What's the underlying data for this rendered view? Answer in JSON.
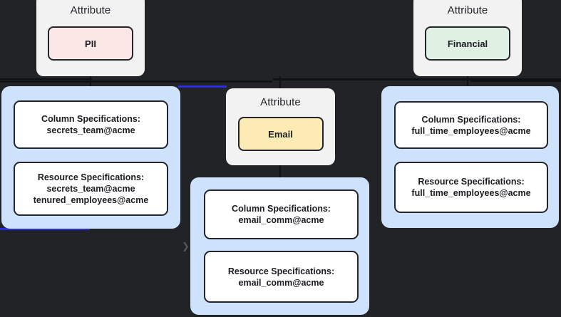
{
  "theme": {
    "background": "#222327",
    "panel_bg": "#f2f2f3",
    "group_bg": "#cfe2fb",
    "box_bg": "#ffffff",
    "border": "#24252b",
    "accent_blue": "#2b2bdf",
    "chip_pii_bg": "#fbe7e5",
    "chip_email_bg": "#fcebb4",
    "chip_financial_bg": "#e0f1e3"
  },
  "icons": {
    "chevron_right": "❯"
  },
  "attributes": [
    {
      "id": "pii",
      "title": "Attribute",
      "chip_label": "PII"
    },
    {
      "id": "email",
      "title": "Attribute",
      "chip_label": "Email"
    },
    {
      "id": "financial",
      "title": "Attribute",
      "chip_label": "Financial"
    }
  ],
  "groups": [
    {
      "id": "pii-specs",
      "boxes": [
        {
          "id": "pii-column-specs",
          "heading": "Column Specifications:",
          "values": [
            "secrets_team@acme"
          ]
        },
        {
          "id": "pii-resource-specs",
          "heading": "Resource Specifications:",
          "values": [
            "secrets_team@acme",
            "tenured_employees@acme"
          ]
        }
      ]
    },
    {
      "id": "email-specs",
      "boxes": [
        {
          "id": "email-column-specs",
          "heading": "Column Specifications:",
          "values": [
            "email_comm@acme"
          ]
        },
        {
          "id": "email-resource-specs",
          "heading": "Resource Specifications:",
          "values": [
            "email_comm@acme"
          ]
        }
      ]
    },
    {
      "id": "financial-specs",
      "boxes": [
        {
          "id": "financial-column-specs",
          "heading": "Column Specifications:",
          "values": [
            "full_time_employees@acme"
          ]
        },
        {
          "id": "financial-resource-specs",
          "heading": "Resource Specifications:",
          "values": [
            "full_time_employees@acme"
          ]
        }
      ]
    }
  ]
}
